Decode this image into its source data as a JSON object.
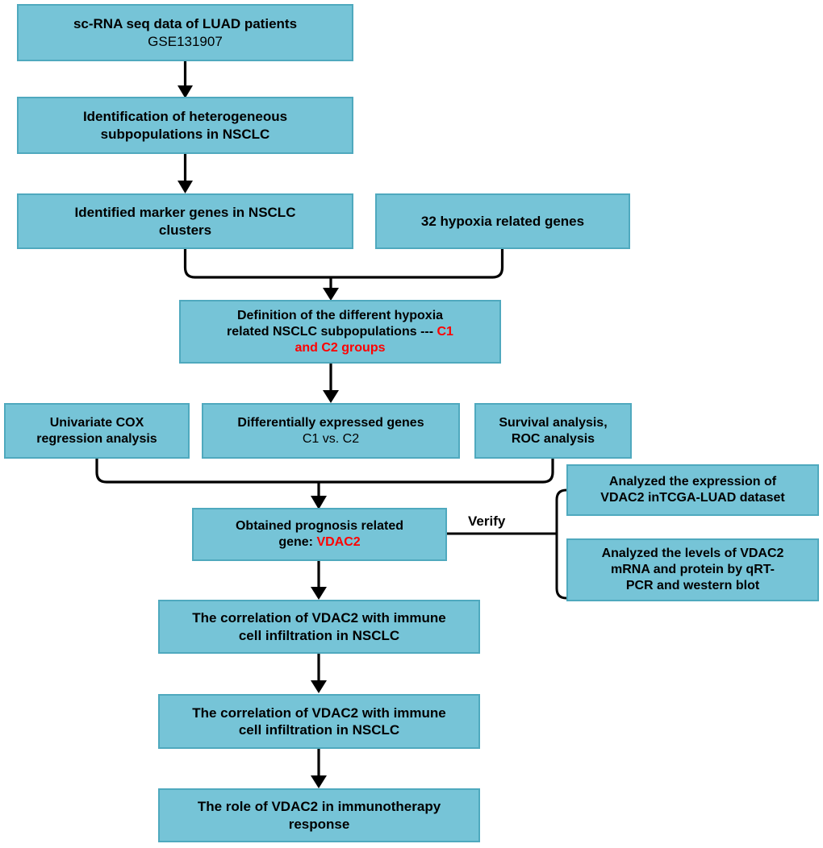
{
  "diagram": {
    "title": "Study workflow flowchart",
    "theme": {
      "node_fill": "#76C4D7",
      "node_border": "#4FA9BE",
      "text_color": "#000000",
      "accent_color": "#FF0000",
      "background": "#FFFFFF",
      "connector_color": "#000000"
    },
    "nodes": {
      "n1": {
        "line1": "sc-RNA seq data of LUAD patients",
        "line2": "GSE131907"
      },
      "n2": {
        "line1": "Identification of heterogeneous",
        "line2": "subpopulations in NSCLC"
      },
      "n3": {
        "line1": "Identified marker genes in NSCLC",
        "line2": "clusters"
      },
      "n4": {
        "line1": "32 hypoxia related genes"
      },
      "n5": {
        "line1": "Definition of the different hypoxia",
        "line2_plain": "related NSCLC subpopulations --- ",
        "line2_accent": "C1",
        "line3_accent": "and C2 groups"
      },
      "n6": {
        "line1": "Univariate COX",
        "line2": "regression analysis"
      },
      "n7": {
        "line1": "Differentially expressed genes",
        "line2": "C1 vs. C2"
      },
      "n8": {
        "line1": "Survival analysis,",
        "line2": "ROC analysis"
      },
      "n9": {
        "line1": "Obtained prognosis related",
        "line2_plain": "gene: ",
        "line2_accent": "VDAC2"
      },
      "n10": {
        "line1": "Analyzed the expression of",
        "line2": "VDAC2 inTCGA-LUAD dataset"
      },
      "n11": {
        "line1": "Analyzed the levels of VDAC2",
        "line2": "mRNA and protein by qRT-",
        "line3": "PCR and western blot"
      },
      "n12": {
        "line1": "The correlation of  VDAC2 with immune",
        "line2": "cell infiltration in NSCLC"
      },
      "n13": {
        "line1": "The correlation of  VDAC2 with immune",
        "line2": "cell infiltration in NSCLC"
      },
      "n14": {
        "line1": "The role of VDAC2 in immunotherapy",
        "line2": "response"
      }
    },
    "edge_labels": {
      "verify": "Verify"
    }
  }
}
